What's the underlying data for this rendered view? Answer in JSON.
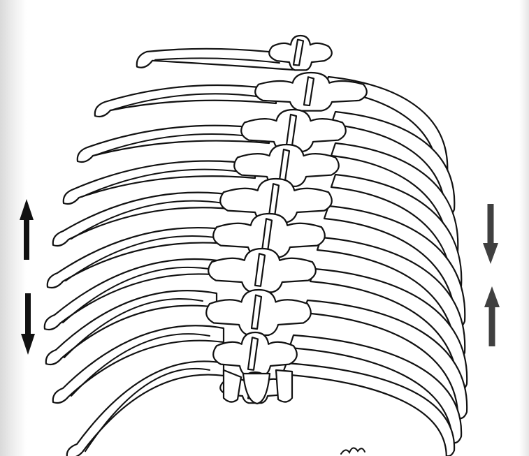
{
  "figure": {
    "subject": "posterior-thoracic-rib-cage",
    "ink_color": "#111111",
    "paper_color": "#ffffff",
    "left_arrows": [
      "up",
      "down"
    ],
    "right_arrows": [
      "down",
      "up"
    ],
    "icons": [
      "arrow-up-icon",
      "arrow-down-icon"
    ]
  }
}
